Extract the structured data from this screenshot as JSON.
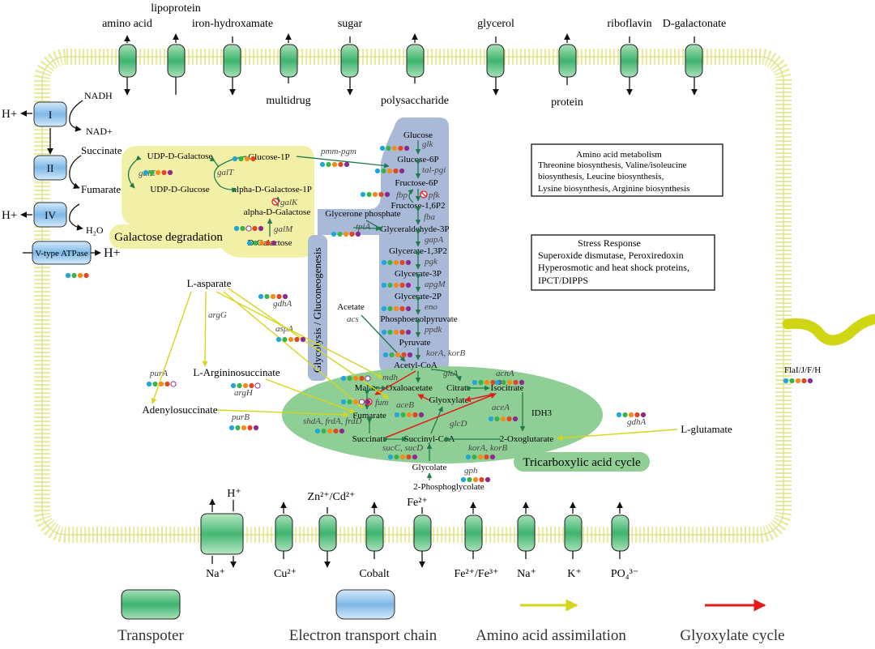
{
  "transporters_top": {
    "amino_acid": "amino acid",
    "lipoprotein": "lipoprotein",
    "iron_hydroxamate": "iron-hydroxamate",
    "multidrug": "multidrug",
    "sugar": "sugar",
    "polysaccharide": "polysaccharide",
    "glycerol": "glycerol",
    "protein": "protein",
    "riboflavin": "riboflavin",
    "d_galactonate": "D-galactonate"
  },
  "transporters_bottom": {
    "h_plus": "H⁺",
    "na_plus": "Na⁺",
    "cu": "Cu²⁺",
    "zn_cd": "Zn²⁺/Cd²⁺",
    "cobalt": "Cobalt",
    "fe2": "Fe²⁺",
    "fe2_fe3": "Fe²⁺/Fe³⁺",
    "na2": "Na⁺",
    "k": "K⁺",
    "po4": "PO₄³⁻"
  },
  "etc": {
    "complex_1": "I",
    "complex_2": "II",
    "complex_4": "IV",
    "vatpase": "V-type ATPase",
    "nadh": "NADH",
    "nad": "NAD+",
    "succinate": "Succinate",
    "fumarate": "Fumarate",
    "h2o": "H₂O",
    "h_out_1": "H+",
    "h_out_4": "H+",
    "h_out_v": "H+"
  },
  "galactose": {
    "udp_gal": "UDP-D-Galactose",
    "udp_glc": "UDP-D-Glucose",
    "glc1p": "Glucose-1P",
    "agal1p": "alpha-D-Galactose-1P",
    "agal": "alpha-D-Galactose",
    "dgal": "D-Galactose",
    "galE": "galE",
    "galT": "galT",
    "galK": "galK",
    "galM": "galM",
    "label": "Galactose degradation"
  },
  "glycolysis": {
    "glucose": "Glucose",
    "glk": "glk",
    "g6p": "Glucose-6P",
    "tal": "tal-pgi",
    "f6p": "Fructose-6P",
    "fbp": "fbp",
    "pfk": "pfk",
    "f16p2": "Fructose-1,6P2",
    "fba": "fba",
    "gp": "Glycerone phosphate",
    "tpiA": "tpiA",
    "g3p": "Glyceraldehyde-3P",
    "gapA": "gapA",
    "g13p2": "Glycerate-1,3P2",
    "pgk": "pgk",
    "g3pa": "Glycerate-3P",
    "apgM": "apgM",
    "g2p": "Glycerate-2P",
    "eno": "eno",
    "pep": "Phosphoenolpyruvate",
    "ppdk": "ppdk",
    "pyruvate": "Pyruvate",
    "pmm": "pmm-pgm",
    "vertical": "Glycolysis / Gluconeogenesis"
  },
  "tca": {
    "korA_korB_1": "korA, korB",
    "acetylcoa": "Acetyl-CoA",
    "acetate": "Acetate",
    "acs": "acs",
    "gltA": "gltA",
    "acnA": "acnA",
    "citrate": "Citrate",
    "isocitrate": "Isocitrate",
    "mdh": "mdh",
    "malate": "Malate",
    "oxaloacetate": "Oxaloacetate",
    "glyoxylate": "Glyoxylate",
    "aceB": "aceB",
    "aceA": "aceA",
    "fum": "fum",
    "fumarate": "Fumarate",
    "idh3": "IDH3",
    "shd": "shdA, frdA, frdD",
    "glcD": "glcD",
    "succinate": "Succinate",
    "succcoa": "Succinyl-CoA",
    "oxoglut": "2-Oxoglutarate",
    "sucCD": "sucC, sucD",
    "korA_korB_2": "korA, korB",
    "glycolate": "Glycolate",
    "gph": "gph",
    "phosphoglycolate": "2-Phosphoglycolate",
    "label": "Tricarboxylic acid cycle"
  },
  "amino": {
    "lasparate": "L-asparate",
    "gdhA_1": "gdhA",
    "argG": "argG",
    "aspA": "aspA",
    "purA": "purA",
    "larg": "L-Argininosuccinate",
    "argH": "argH",
    "adenylo": "Adenylosuccinate",
    "purB": "purB",
    "gdhA_2": "gdhA",
    "lglut": "L-glutamate"
  },
  "boxes": {
    "aa_title": "Amino acid metabolism",
    "aa_l1": "Threonine biosynthesis, Valine/isoleucine",
    "aa_l2": "biosynthesis, Leucine biosynthesis,",
    "aa_l3": "Lysine biosynthesis, Arginine biosynthesis",
    "st_title": "Stress Response",
    "st_l1": "Superoxide dismutase, Peroxiredoxin",
    "st_l2": "Hyperosmotic and heat shock proteins,",
    "st_l3": "IPCT/DIPPS"
  },
  "flagella": "FlaI/J/F/H",
  "legend": {
    "transporter": "Transpoter",
    "etc": "Electron transport chain",
    "aa": "Amino acid assimilation",
    "glyox": "Glyoxylate cycle"
  },
  "colors": {
    "membrane": "#e9ea9c",
    "transporter": "#3eb46e",
    "etc_box": "#7db8e6",
    "galactose_bg": "#f2efa6",
    "glycolysis_bg": "#a9bad9",
    "tca_bg": "#8fcf96",
    "amino_arrow": "#e0e020",
    "glyox_arrow": "#e21b1b",
    "pathway_arrow": "#1e7a4b"
  }
}
